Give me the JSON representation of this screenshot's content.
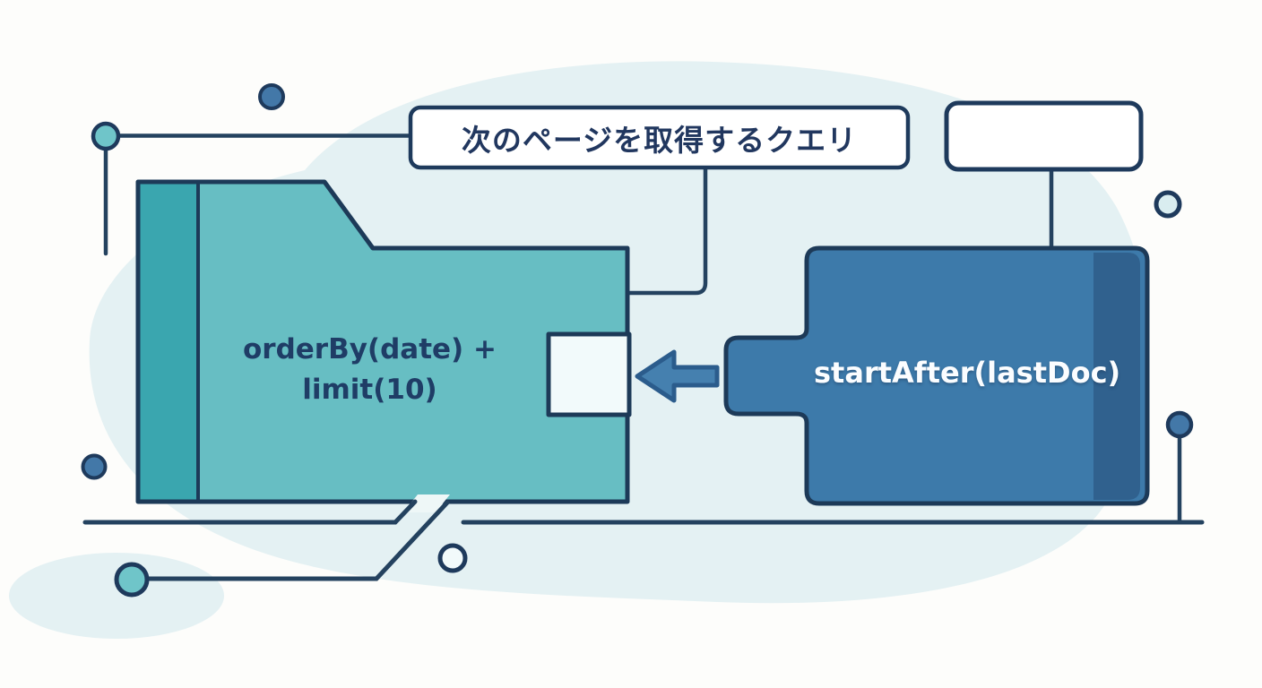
{
  "annotation": {
    "title_label": "次のページを取得するクエリ",
    "secondary_label": ""
  },
  "query_block": {
    "line1": "orderBy(date) +",
    "line2": "limit(10)"
  },
  "cursor_block": {
    "label": "startAfter(lastDoc)"
  },
  "colors": {
    "blob": "#e4f1f3",
    "teal_fill": "#67bec3",
    "teal_strip": "#3aa6af",
    "notch_fill": "#f2fafb",
    "blue_fill": "#3d7aaa",
    "blue_strip": "#30618e",
    "arrow_fill": "#4580af",
    "box_fill": "#ffffff",
    "node_teal": "#6fc5c9",
    "node_steel_blue": "#4378a8",
    "node_light": "#d9edf0",
    "gap_fill": "#eef7f7"
  }
}
